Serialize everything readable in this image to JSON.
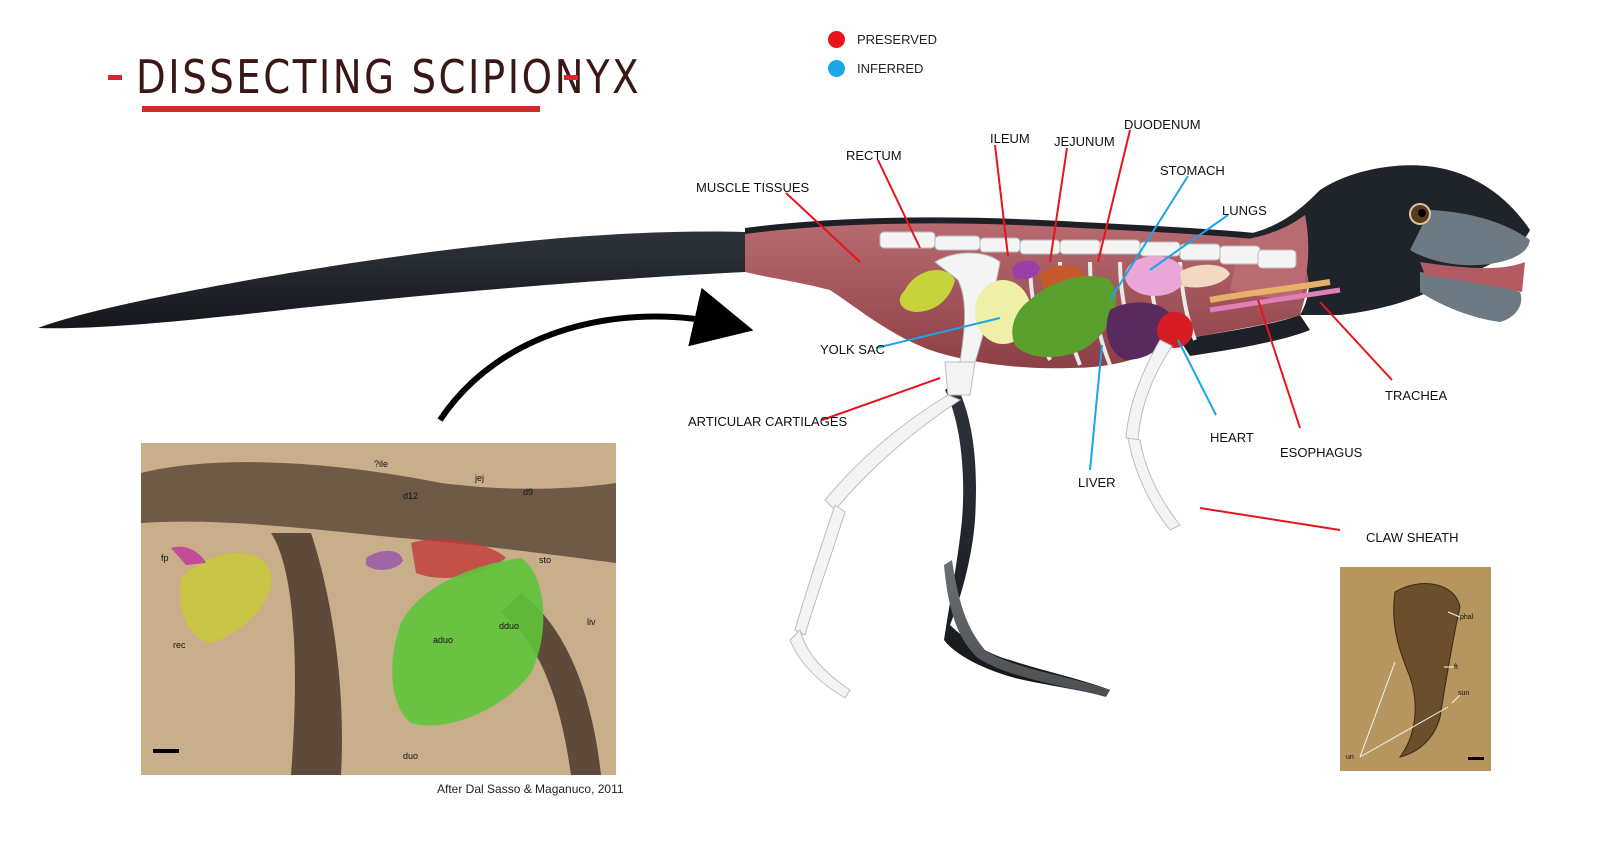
{
  "title": "DISSECTING SCIPIONYX",
  "legend": [
    {
      "label": "PRESERVED",
      "color": "#e8141c"
    },
    {
      "label": "INFERRED",
      "color": "#1aa6e8"
    }
  ],
  "labels": {
    "muscle_tissues": "MUSCLE TISSUES",
    "rectum": "RECTUM",
    "ileum": "ILEUM",
    "jejunum": "JEJUNUM",
    "duodenum": "DUODENUM",
    "stomach": "STOMACH",
    "lungs": "LUNGS",
    "yolk_sac": "YOLK SAC",
    "articular_cartilages": "ARTICULAR CARTILAGES",
    "liver": "LIVER",
    "heart": "HEART",
    "esophagus": "ESOPHAGUS",
    "trachea": "TRACHEA",
    "claw_sheath": "CLAW SHEATH"
  },
  "fossil_labels": {
    "ile": "?ile",
    "d12": "d12",
    "jej": "jej",
    "d9": "d9",
    "fp": "fp",
    "sto": "sto",
    "aduo": "aduo",
    "dduo": "dduo",
    "liv": "liv",
    "rec": "rec",
    "duo": "duo"
  },
  "claw_labels": {
    "phal": "phal",
    "ft": "ft",
    "sun": "sun",
    "un": "un"
  },
  "caption": "After Dal Sasso & Maganuco, 2011",
  "colors": {
    "preserved_line": "#e8141c",
    "inferred_line": "#1aa6e8",
    "title_accent": "#d8262a"
  }
}
